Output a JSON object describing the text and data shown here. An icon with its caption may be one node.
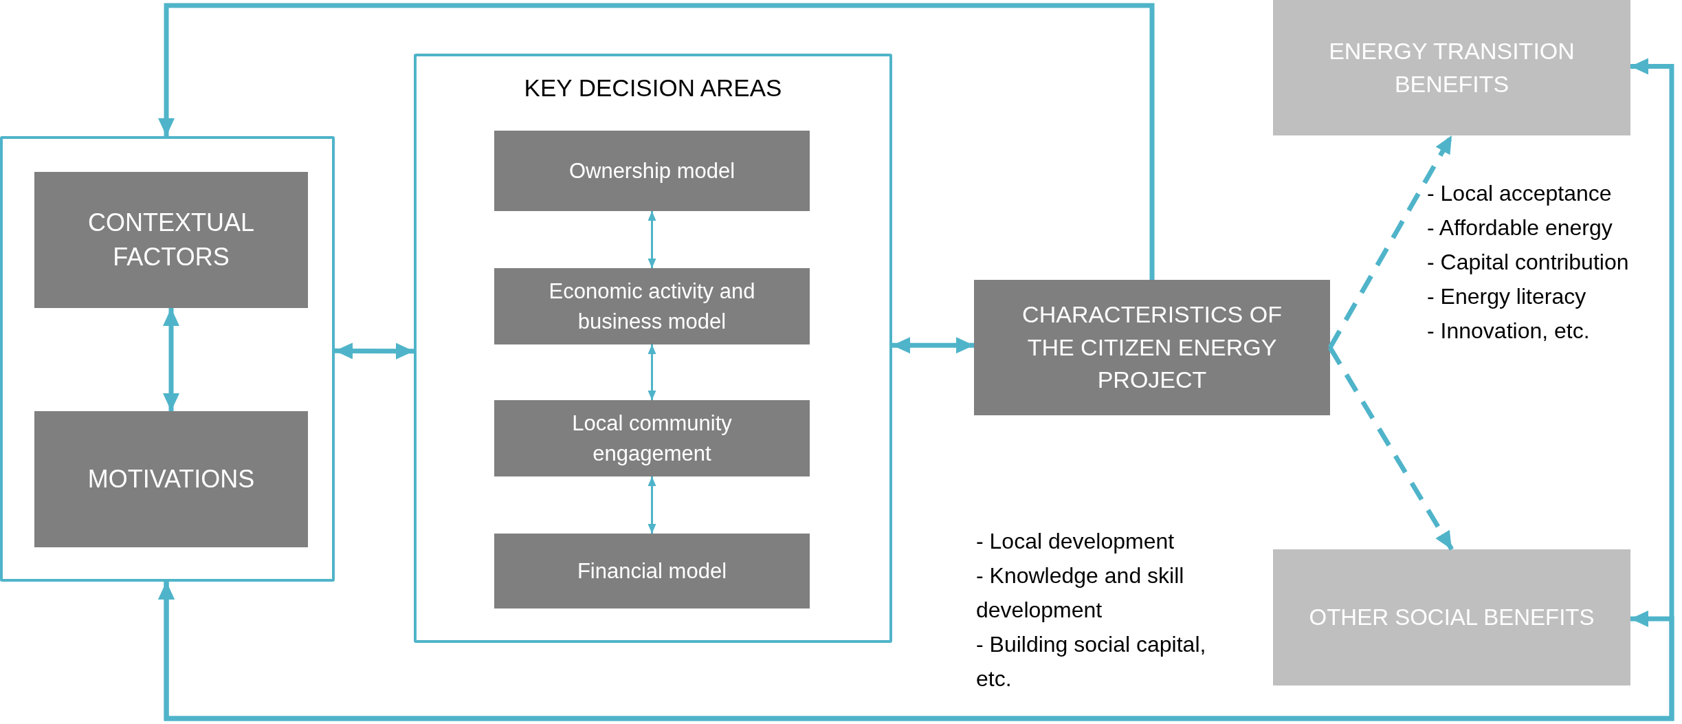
{
  "diagram": {
    "nodes": [
      {
        "text": [],
        "shape": "box"
      },
      {
        "text": [
          "CONTEXTUAL FACTORS"
        ],
        "in": 0
      },
      {
        "text": [
          "MOTIVATIONS"
        ],
        "in": 0
      },
      {
        "text": [
          "KEY DECISION AREAS"
        ]
      },
      {
        "text": [
          "Ownership model"
        ],
        "in": 3
      },
      {
        "text": [
          "Economic activity and business model"
        ],
        "in": 3
      },
      {
        "text": [
          "Local community engagement"
        ],
        "in": 3
      },
      {
        "text": [
          "Financial model"
        ],
        "in": 3
      },
      {
        "text": [
          "CHARACTERISTICS OF THE CITIZEN ENERGY PROJECT"
        ]
      },
      {
        "text": [
          "ENERGY TRANSITION BENEFITS"
        ],
        "beside": [
          "- Local acceptance",
          "- Affordable energy",
          "- Capital contribution",
          "- Energy literacy",
          "- Innovation, etc."
        ]
      },
      {
        "text": [
          "OTHER SOCIAL BENEFITS"
        ],
        "beside": [
          "- Local development",
          "- Knowledge and skill development",
          "- Building social capital, etc."
        ]
      }
    ],
    "edges": [
      {
        "from": 1,
        "to": 2,
        "arrow": "both"
      },
      {
        "from": 0,
        "to": 3,
        "arrow": "both"
      },
      {
        "from": 3,
        "to": 8,
        "arrow": "both"
      },
      {
        "from": 4,
        "to": 5,
        "arrow": "both"
      },
      {
        "from": 5,
        "to": 6,
        "arrow": "both"
      },
      {
        "from": 6,
        "to": 7,
        "arrow": "both"
      },
      {
        "from": 8,
        "to": 9,
        "arrow": "to",
        "style": "dashed"
      },
      {
        "from": 8,
        "to": 10,
        "arrow": "to",
        "style": "dashed"
      },
      {
        "from": 8,
        "to": 0,
        "arrow": "to"
      },
      {
        "from": 9,
        "to": 0,
        "arrow": "both"
      },
      {
        "from": 10,
        "to": 0,
        "arrow": "both"
      }
    ]
  }
}
